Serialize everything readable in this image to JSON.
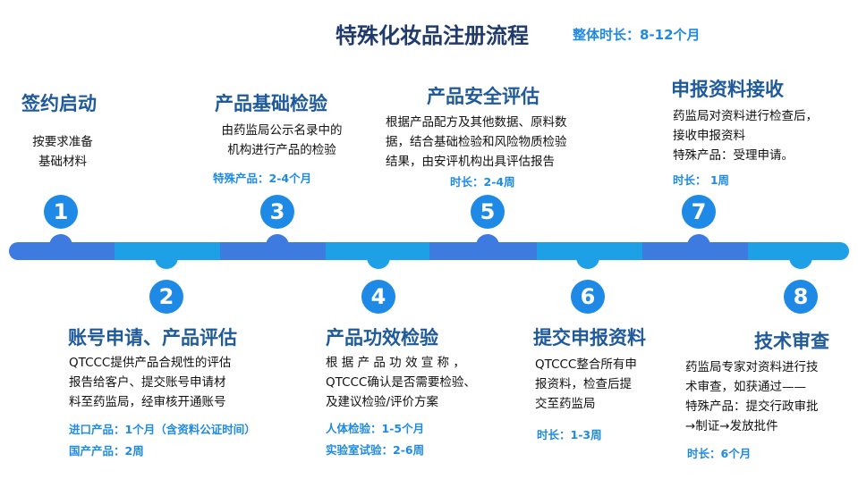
{
  "header": {
    "title": "特殊化妆品注册流程",
    "total_duration": "整体时长：8-12个月"
  },
  "steps": [
    {
      "num": "1",
      "title": "签约启动",
      "desc": [
        "按要求准备",
        "基础材料"
      ],
      "notes": []
    },
    {
      "num": "2",
      "title": "账号申请、产品评估",
      "desc": [
        "QTCCC提供产品合规性的评估",
        "报告给客户、提交账号申请材",
        "料至药监局，经审核开通账号"
      ],
      "notes": [
        "进口产品：1个月（含资料公证时间）",
        "国产产品：2周"
      ]
    },
    {
      "num": "3",
      "title": "产品基础检验",
      "desc": [
        "由药监局公示名录中的",
        "机构进行产品的检验"
      ],
      "notes": [
        "特殊产品：2-4个月"
      ]
    },
    {
      "num": "4",
      "title": "产品功效检验",
      "desc": [
        "根 据 产 品 功 效 宣 称 ，",
        "QTCCC确认是否需要检验、",
        "及建议检验/评价方案"
      ],
      "notes": [
        "人体检验：1-5个月",
        "实验室试验：2-6周"
      ]
    },
    {
      "num": "5",
      "title": "产品安全评估",
      "desc": [
        "根据产品配方及其他数据、原料数",
        "据，结合基础检验和风险物质检验",
        "结果，由安评机构出具评估报告"
      ],
      "notes": [
        "时长：2-4周"
      ]
    },
    {
      "num": "6",
      "title": "提交申报资料",
      "desc": [
        "QTCCC整合所有申",
        "报资料，检查后提",
        "交至药监局"
      ],
      "notes": [
        "时长：1-3周"
      ]
    },
    {
      "num": "7",
      "title": "申报资料接收",
      "desc": [
        "药监局对资料进行检查后，",
        "接收申报资料",
        "特殊产品：受理申请。"
      ],
      "notes": [
        "时长： 1周"
      ]
    },
    {
      "num": "8",
      "title": "技术审查",
      "desc": [
        "药监局专家对资料进行技",
        "术审查，如获通过——",
        "特殊产品：提交行政审批",
        "→制证→发放批件"
      ],
      "notes": [
        "时长：6个月"
      ]
    }
  ],
  "colors": {
    "dark_blue": "#3d7be0",
    "light_blue": "#1ea0e6",
    "circle": "#1e8ae6",
    "title": "#1f3a6b",
    "step_title": "#1f5a9b",
    "note": "#1e8ae6"
  }
}
